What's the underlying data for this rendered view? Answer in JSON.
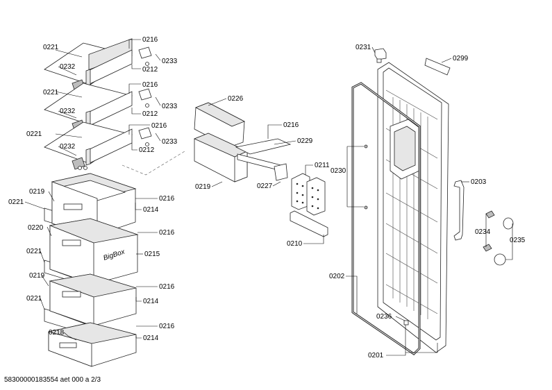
{
  "labels": {
    "l_0221_a": "0221",
    "l_0216_a": "0216",
    "l_0232_a": "0232",
    "l_0212_a": "0212",
    "l_0233_a": "0233",
    "l_0221_b": "0221",
    "l_0216_b": "0216",
    "l_0232_b": "0232",
    "l_0212_b": "0212",
    "l_0233_b": "0233",
    "l_0221_c": "0221",
    "l_0216_c": "0216",
    "l_0232_c": "0232",
    "l_0212_c": "0212",
    "l_0233_c": "0233",
    "l_0219_a": "0219",
    "l_0221_d": "0221",
    "l_0216_d": "0216",
    "l_0214_a": "0214",
    "l_0220": "0220",
    "l_0216_e": "0216",
    "l_0221_e": "0221",
    "l_0215": "0215",
    "l_0219_b": "0219",
    "l_0216_f": "0216",
    "l_0221_f": "0221",
    "l_0214_b": "0214",
    "l_0218": "0218",
    "l_0216_g": "0216",
    "l_0214_c": "0214",
    "l_0226": "0226",
    "l_0216_h": "0216",
    "l_0229": "0229",
    "l_0219_c": "0219",
    "l_0227": "0227",
    "l_0211": "0211",
    "l_0210": "0210",
    "l_0231": "0231",
    "l_0299": "0299",
    "l_0230": "0230",
    "l_0203": "0203",
    "l_0234": "0234",
    "l_0235": "0235",
    "l_0202": "0202",
    "l_0236": "0236",
    "l_0201": "0201"
  },
  "drawer_brand": "BigBox",
  "footer": "58300000183554 aet 000 a 2/3"
}
